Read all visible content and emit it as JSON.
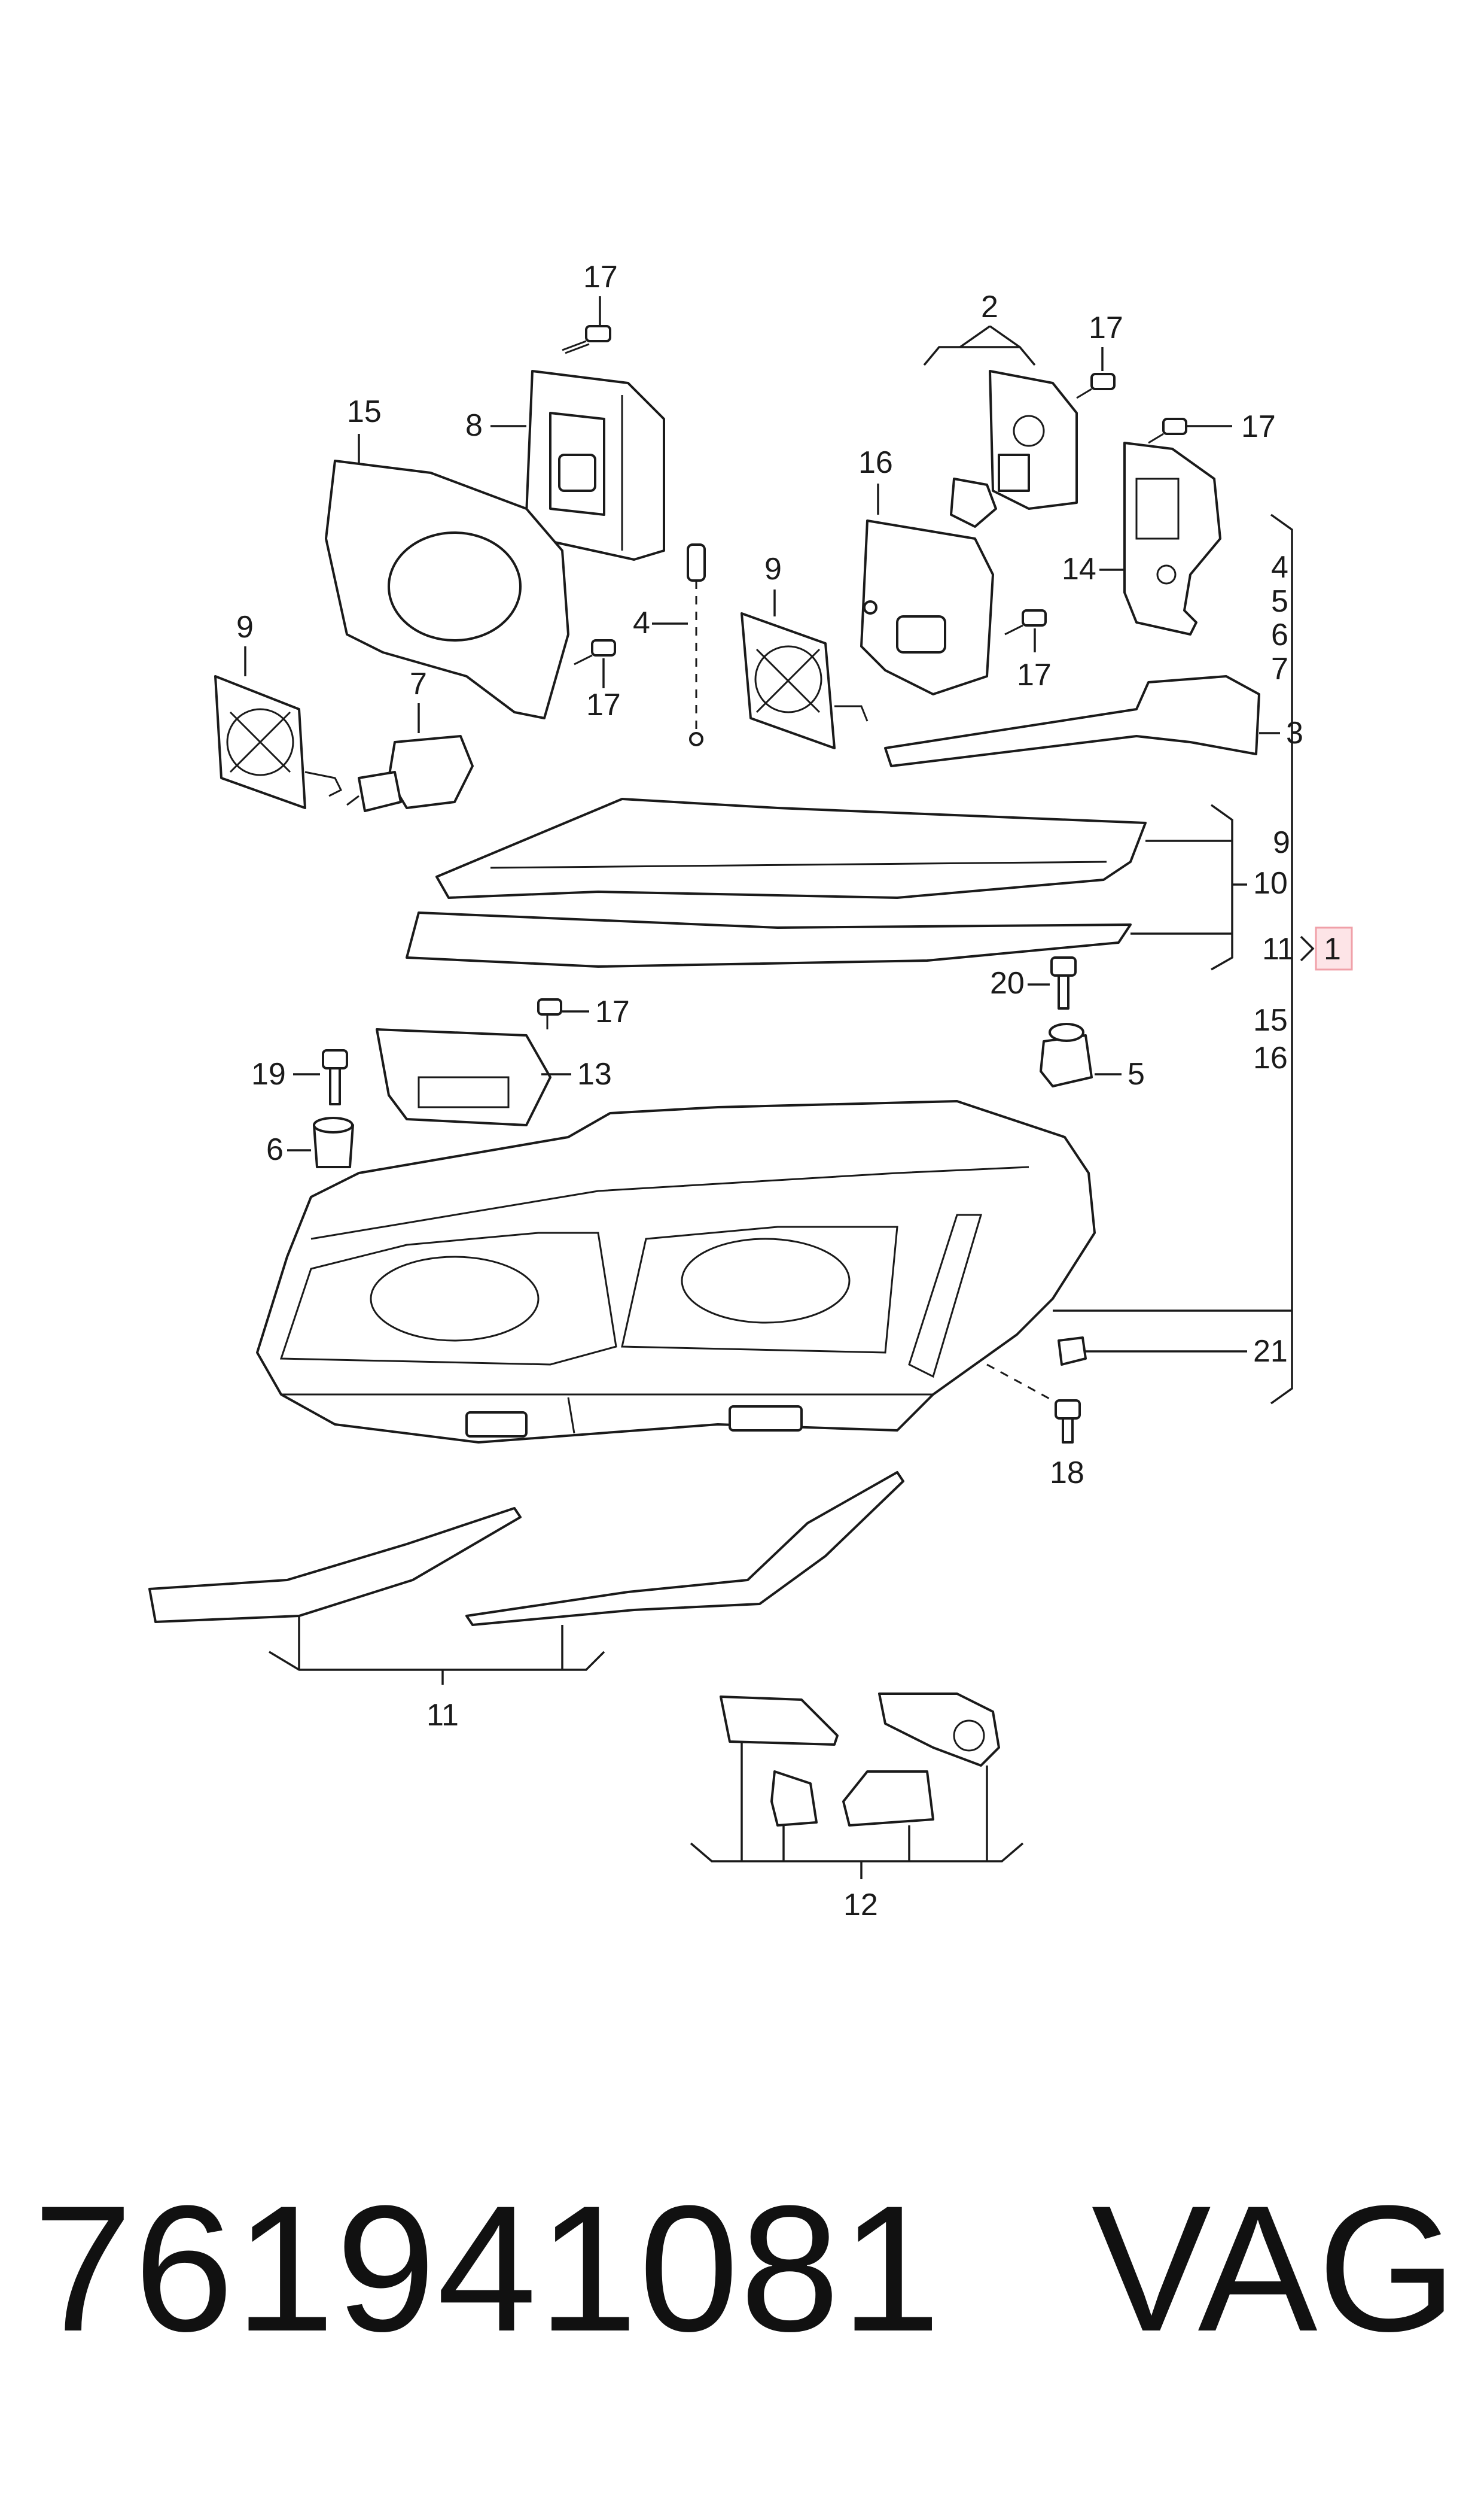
{
  "diagram": {
    "callouts": {
      "c1": "1",
      "c2": "2",
      "c3": "3",
      "c4": "4",
      "c5": "5",
      "c6": "6",
      "c7": "7",
      "c8": "8",
      "c9": "9",
      "c10": "10",
      "c11": "11",
      "c12": "12",
      "c13": "13",
      "c14": "14",
      "c15": "15",
      "c16": "16",
      "c17": "17",
      "c18": "18",
      "c19": "19",
      "c20": "20",
      "c21": "21"
    },
    "highlight_color": "#f0a0a8",
    "highlight_fill": "#fde4e7"
  },
  "footer": {
    "part_number": "761941081",
    "brand": "VAG"
  }
}
